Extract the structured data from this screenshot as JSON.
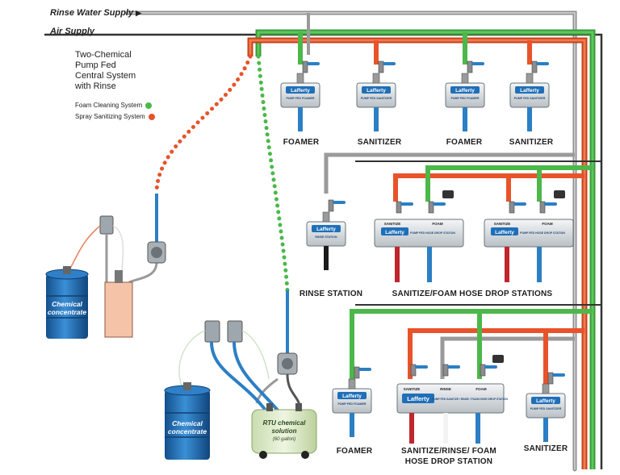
{
  "supply_lines": {
    "rinse_water": "Rinse Water Supply",
    "rinse_arrow": "▶",
    "air": "Air Supply"
  },
  "title": {
    "line1": "Two-Chemical",
    "line2": "Pump Fed",
    "line3": "Central System",
    "line4": "with Rinse"
  },
  "legend": {
    "foam": {
      "label": "Foam Cleaning System",
      "color": "#4cb84a"
    },
    "spray": {
      "label": "Spray Sanitizing System",
      "color": "#e8532a"
    }
  },
  "colors": {
    "orange": "#e8532a",
    "green": "#4cb84a",
    "gray": "#9a9a9a",
    "dark": "#333333",
    "blue": "#2c7fc4",
    "drum_blue": "#1f6fb8",
    "red_hose": "#c0262c"
  },
  "top_stations": [
    {
      "label": "FOAMER",
      "brand": "Lafferty",
      "sub": "PUMP FED FOAMER"
    },
    {
      "label": "SANITIZER",
      "brand": "Lafferty",
      "sub": "PUMP FED SANITIZER"
    },
    {
      "label": "FOAMER",
      "brand": "Lafferty",
      "sub": "PUMP FED FOAMER"
    },
    {
      "label": "SANITIZER",
      "brand": "Lafferty",
      "sub": "PUMP FED SANITIZER"
    }
  ],
  "middle": {
    "rinse_station": {
      "label": "RINSE STATION",
      "brand": "Lafferty",
      "sub": "RINSE STATION"
    },
    "hose_drop_label": "SANITIZE/FOAM HOSE DROP STATIONS",
    "hose_drop_units": [
      {
        "brand": "Lafferty",
        "left_tag": "SANITIZE",
        "right_tag": "FOAM",
        "sub": "PUMP FED HOSE DROP STATION"
      },
      {
        "brand": "Lafferty",
        "left_tag": "SANITIZE",
        "right_tag": "FOAM",
        "sub": "PUMP FED HOSE DROP STATION"
      }
    ]
  },
  "bottom": {
    "foamer": {
      "label": "FOAMER",
      "brand": "Lafferty",
      "sub": "PUMP FED FOAMER"
    },
    "combo": {
      "label_line1": "SANITIZE/RINSE/ FOAM",
      "label_line2": "HOSE DROP STATION",
      "brand": "Lafferty",
      "tags": [
        "SANITIZE",
        "RINSE",
        "FOAM"
      ],
      "sub": "PUMP FED SANITIZE / RINSE / FOAM HOSE DROP STATION"
    },
    "sanitizer": {
      "label": "SANITIZER",
      "brand": "Lafferty",
      "sub": "PUMP FED SANITIZER"
    }
  },
  "tanks": {
    "drum_upper": {
      "line1": "Chemical",
      "line2": "concentrate"
    },
    "drum_lower": {
      "line1": "Chemical",
      "line2": "concentrate"
    },
    "rtu": {
      "line1": "RTU chemical",
      "line2": "solution",
      "line3": "(60 gallon)"
    }
  }
}
